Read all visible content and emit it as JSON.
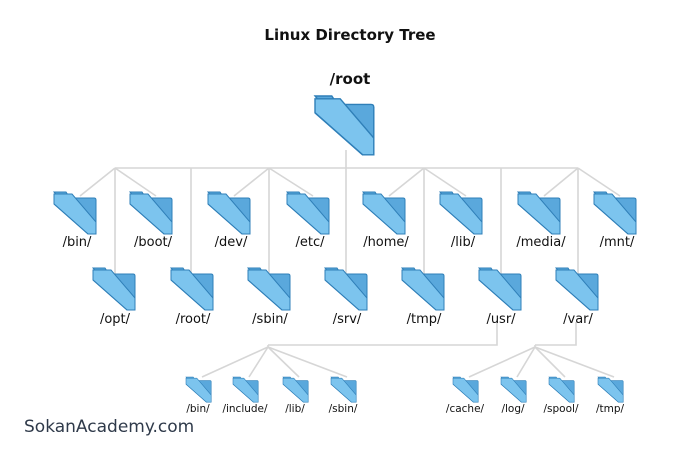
{
  "title": "Linux Directory Tree",
  "root": {
    "label": "/root"
  },
  "row1": [
    "/bin/",
    "/boot/",
    "/dev/",
    "/etc/",
    "/home/",
    "/lib/",
    "/media/",
    "/mnt/"
  ],
  "row2": [
    "/opt/",
    "/root/",
    "/sbin/",
    "/srv/",
    "/tmp/",
    "/usr/",
    "/var/"
  ],
  "usr_children": [
    "/bin/",
    "/include/",
    "/lib/",
    "/sbin/"
  ],
  "var_children": [
    "/cache/",
    "/log/",
    "/spool/",
    "/tmp/"
  ],
  "watermark": "SokanAcademy.com",
  "colors": {
    "folder_back": "#5aa8dc",
    "folder_front": "#7cc4ee",
    "folder_edge": "#2f7fb8",
    "line": "#d6d6d6"
  }
}
